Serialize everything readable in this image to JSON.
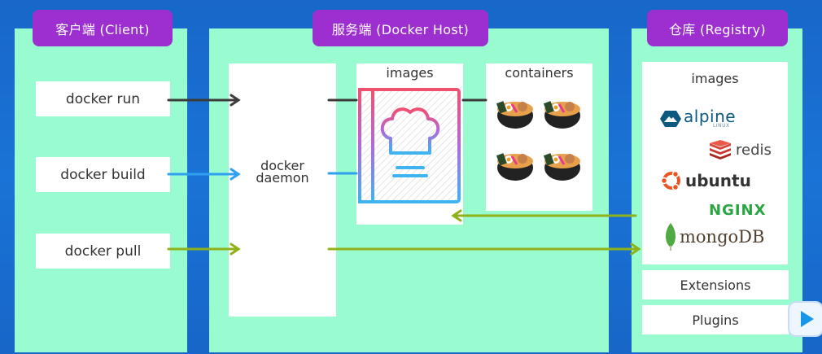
{
  "titles": {
    "client": "客户端 (Client)",
    "host": "服务端 (Docker Host)",
    "registry": "仓库 (Registry)"
  },
  "client": {
    "commands": [
      "docker run",
      "docker build",
      "docker pull"
    ]
  },
  "host": {
    "daemon_line1": "docker",
    "daemon_line2": "daemon",
    "images_label": "images",
    "containers_label": "containers"
  },
  "registry": {
    "images_label": "images",
    "logos": {
      "alpine": "alpine",
      "alpine_sub": "LINUX",
      "redis": "redis",
      "ubuntu": "ubuntu",
      "nginx": "NGINX",
      "mongodb": "mongoDB"
    },
    "extensions": "Extensions",
    "plugins": "Plugins"
  },
  "colors": {
    "run_arrow": "#3c3c3c",
    "build_arrow": "#2f9ff0",
    "pull_arrow": "#8fb119",
    "panel": "#98fcd0",
    "tab": "#9d2ed0"
  }
}
